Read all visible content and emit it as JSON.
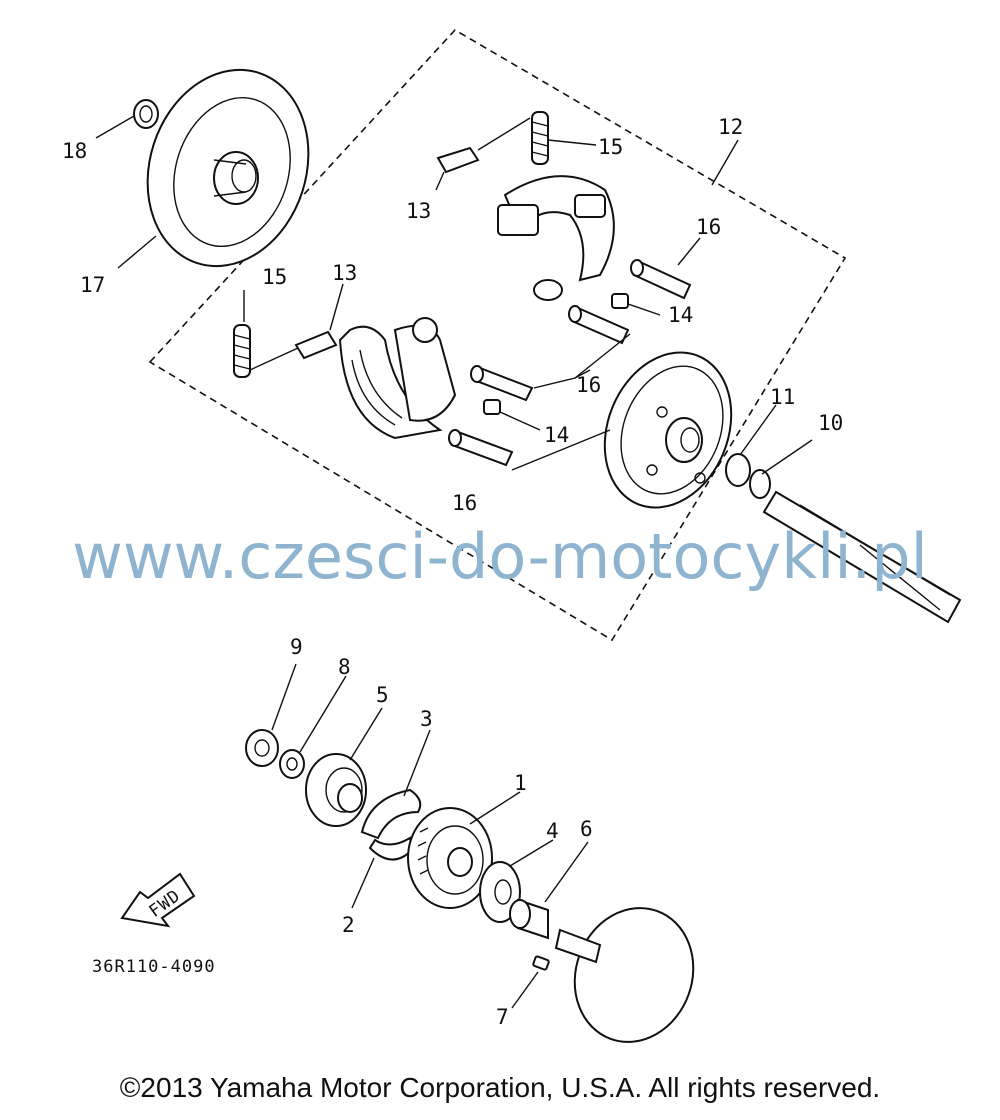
{
  "parts": [
    {
      "id": "label-1",
      "text": "1"
    },
    {
      "id": "label-2",
      "text": "2"
    },
    {
      "id": "label-3",
      "text": "3"
    },
    {
      "id": "label-4",
      "text": "4"
    },
    {
      "id": "label-5",
      "text": "5"
    },
    {
      "id": "label-6",
      "text": "6"
    },
    {
      "id": "label-7",
      "text": "7"
    },
    {
      "id": "label-8",
      "text": "8"
    },
    {
      "id": "label-9",
      "text": "9"
    },
    {
      "id": "label-10",
      "text": "10"
    },
    {
      "id": "label-11",
      "text": "11"
    },
    {
      "id": "label-12",
      "text": "12"
    },
    {
      "id": "label-13a",
      "text": "13"
    },
    {
      "id": "label-13b",
      "text": "13"
    },
    {
      "id": "label-14a",
      "text": "14"
    },
    {
      "id": "label-14b",
      "text": "14"
    },
    {
      "id": "label-15a",
      "text": "15"
    },
    {
      "id": "label-15b",
      "text": "15"
    },
    {
      "id": "label-16a",
      "text": "16"
    },
    {
      "id": "label-16b",
      "text": "16"
    },
    {
      "id": "label-16c",
      "text": "16"
    },
    {
      "id": "label-17",
      "text": "17"
    },
    {
      "id": "label-18",
      "text": "18"
    }
  ],
  "fwd_label": "FWD",
  "diagram_code": "36R110-4090",
  "watermark": "www.czesci-do-motocykli.pl",
  "copyright": "©2013 Yamaha Motor Corporation, U.S.A. All rights reserved."
}
